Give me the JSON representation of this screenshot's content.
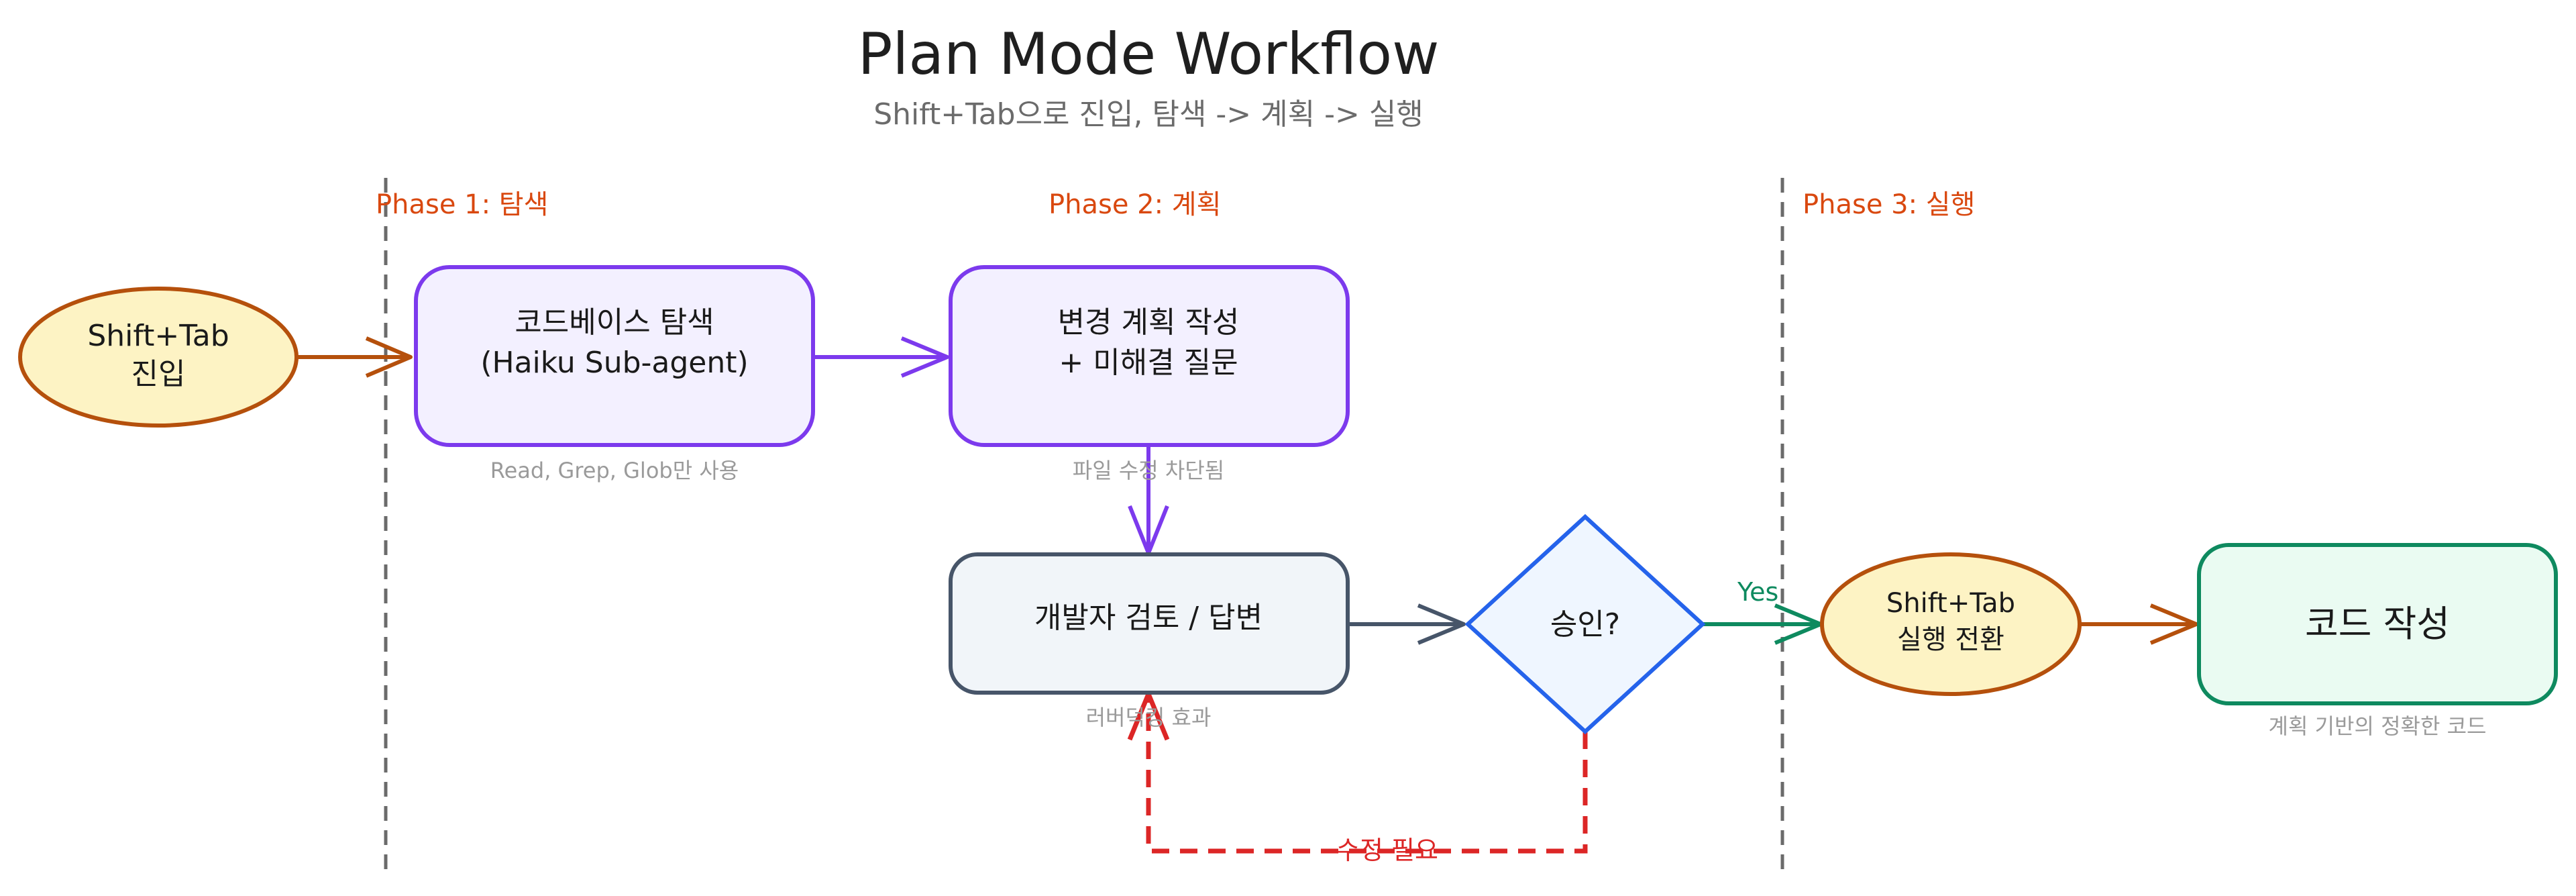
{
  "title": "Plan Mode Workflow",
  "subtitle": "Shift+Tab으로 진입, 탐색 -> 계획 -> 실행",
  "phases": {
    "phase1": "Phase 1: 탐색",
    "phase2": "Phase 2: 계획",
    "phase3": "Phase 3: 실행"
  },
  "nodes": {
    "start": {
      "line1": "Shift+Tab",
      "line2": "진입"
    },
    "explore": {
      "line1": "코드베이스 탐색",
      "line2": "(Haiku Sub-agent)",
      "note": "Read, Grep, Glob만 사용"
    },
    "plan": {
      "line1": "변경 계획 작성",
      "line2": "+ 미해결 질문",
      "note": "파일 수정 차단됨"
    },
    "review": {
      "line1": "개발자 검토 / 답변",
      "note": "러버덕킹 효과"
    },
    "approve": {
      "line1": "승인?"
    },
    "switch": {
      "line1": "Shift+Tab",
      "line2": "실행 전환"
    },
    "code": {
      "line1": "코드 작성",
      "note": "계획 기반의 정확한 코드"
    }
  },
  "edges": {
    "yes": "Yes",
    "revise": "수정 필요"
  },
  "colors": {
    "orange": "#B5500C",
    "orange_text": "#D9480F",
    "purple": "#7C3AED",
    "purple_fill": "#F3F0FF",
    "slate": "#475569",
    "slate_fill": "#F1F5F9",
    "blue": "#2563EB",
    "blue_fill": "#EFF6FF",
    "green": "#0E8A5F",
    "green_fill": "#EAFBF2",
    "yellow_fill": "#FDF3C4",
    "red": "#DC2626",
    "divider": "#6b6b6b"
  }
}
